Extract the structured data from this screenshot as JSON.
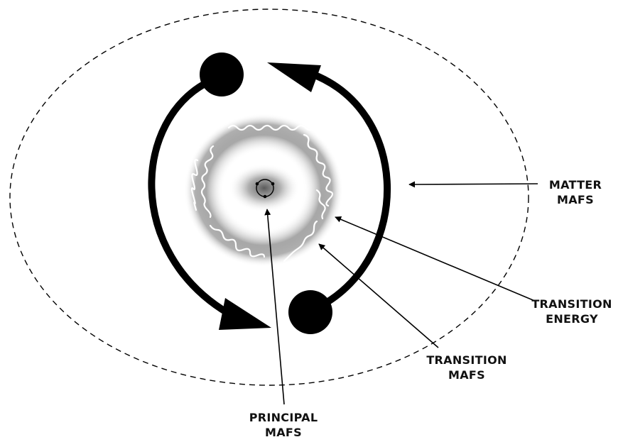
{
  "labels": {
    "matter": {
      "line1": "MATTER",
      "line2": "MAFS"
    },
    "transition_energy": {
      "line1": "TRANSITION",
      "line2": "ENERGY"
    },
    "transition_mafs": {
      "line1": "TRANSITION",
      "line2": "MAFS"
    },
    "principal": {
      "line1": "PRINCIPAL",
      "line2": "MAFS"
    }
  },
  "colors": {
    "ink": "#000000",
    "background": "#ffffff",
    "haze": "#7a7a7a",
    "wave": "#ffffff"
  }
}
